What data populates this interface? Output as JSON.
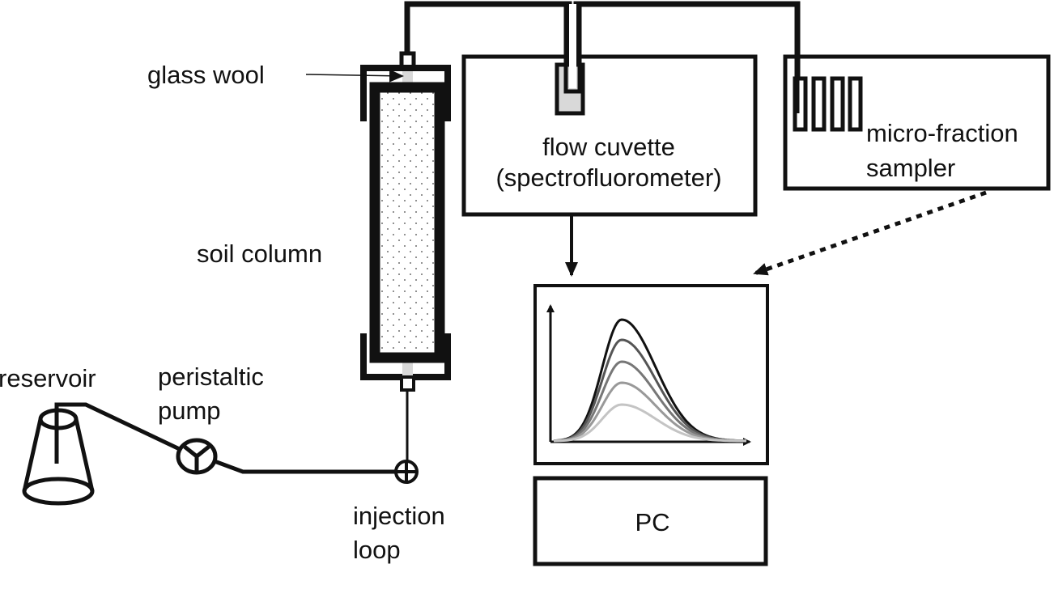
{
  "labels": {
    "glass_wool": "glass wool",
    "soil_column": "soil column",
    "reservoir": "reservoir",
    "pump_line1": "peristaltic",
    "pump_line2": "pump",
    "injection_line1": "injection",
    "injection_line2": "loop",
    "cuvette_line1": "flow cuvette",
    "cuvette_line2": "(spectrofluorometer)",
    "sampler_line1": "micro-fraction",
    "sampler_line2": "sampler",
    "pc": "PC"
  },
  "colors": {
    "line": "#111111",
    "glass_wool": "#d9d9d9",
    "cuvette_fill": "#d9d9d9"
  },
  "plot_curves": {
    "count": 5,
    "colors": [
      "#111111",
      "#555555",
      "#777777",
      "#999999",
      "#c4c4c4"
    ]
  }
}
